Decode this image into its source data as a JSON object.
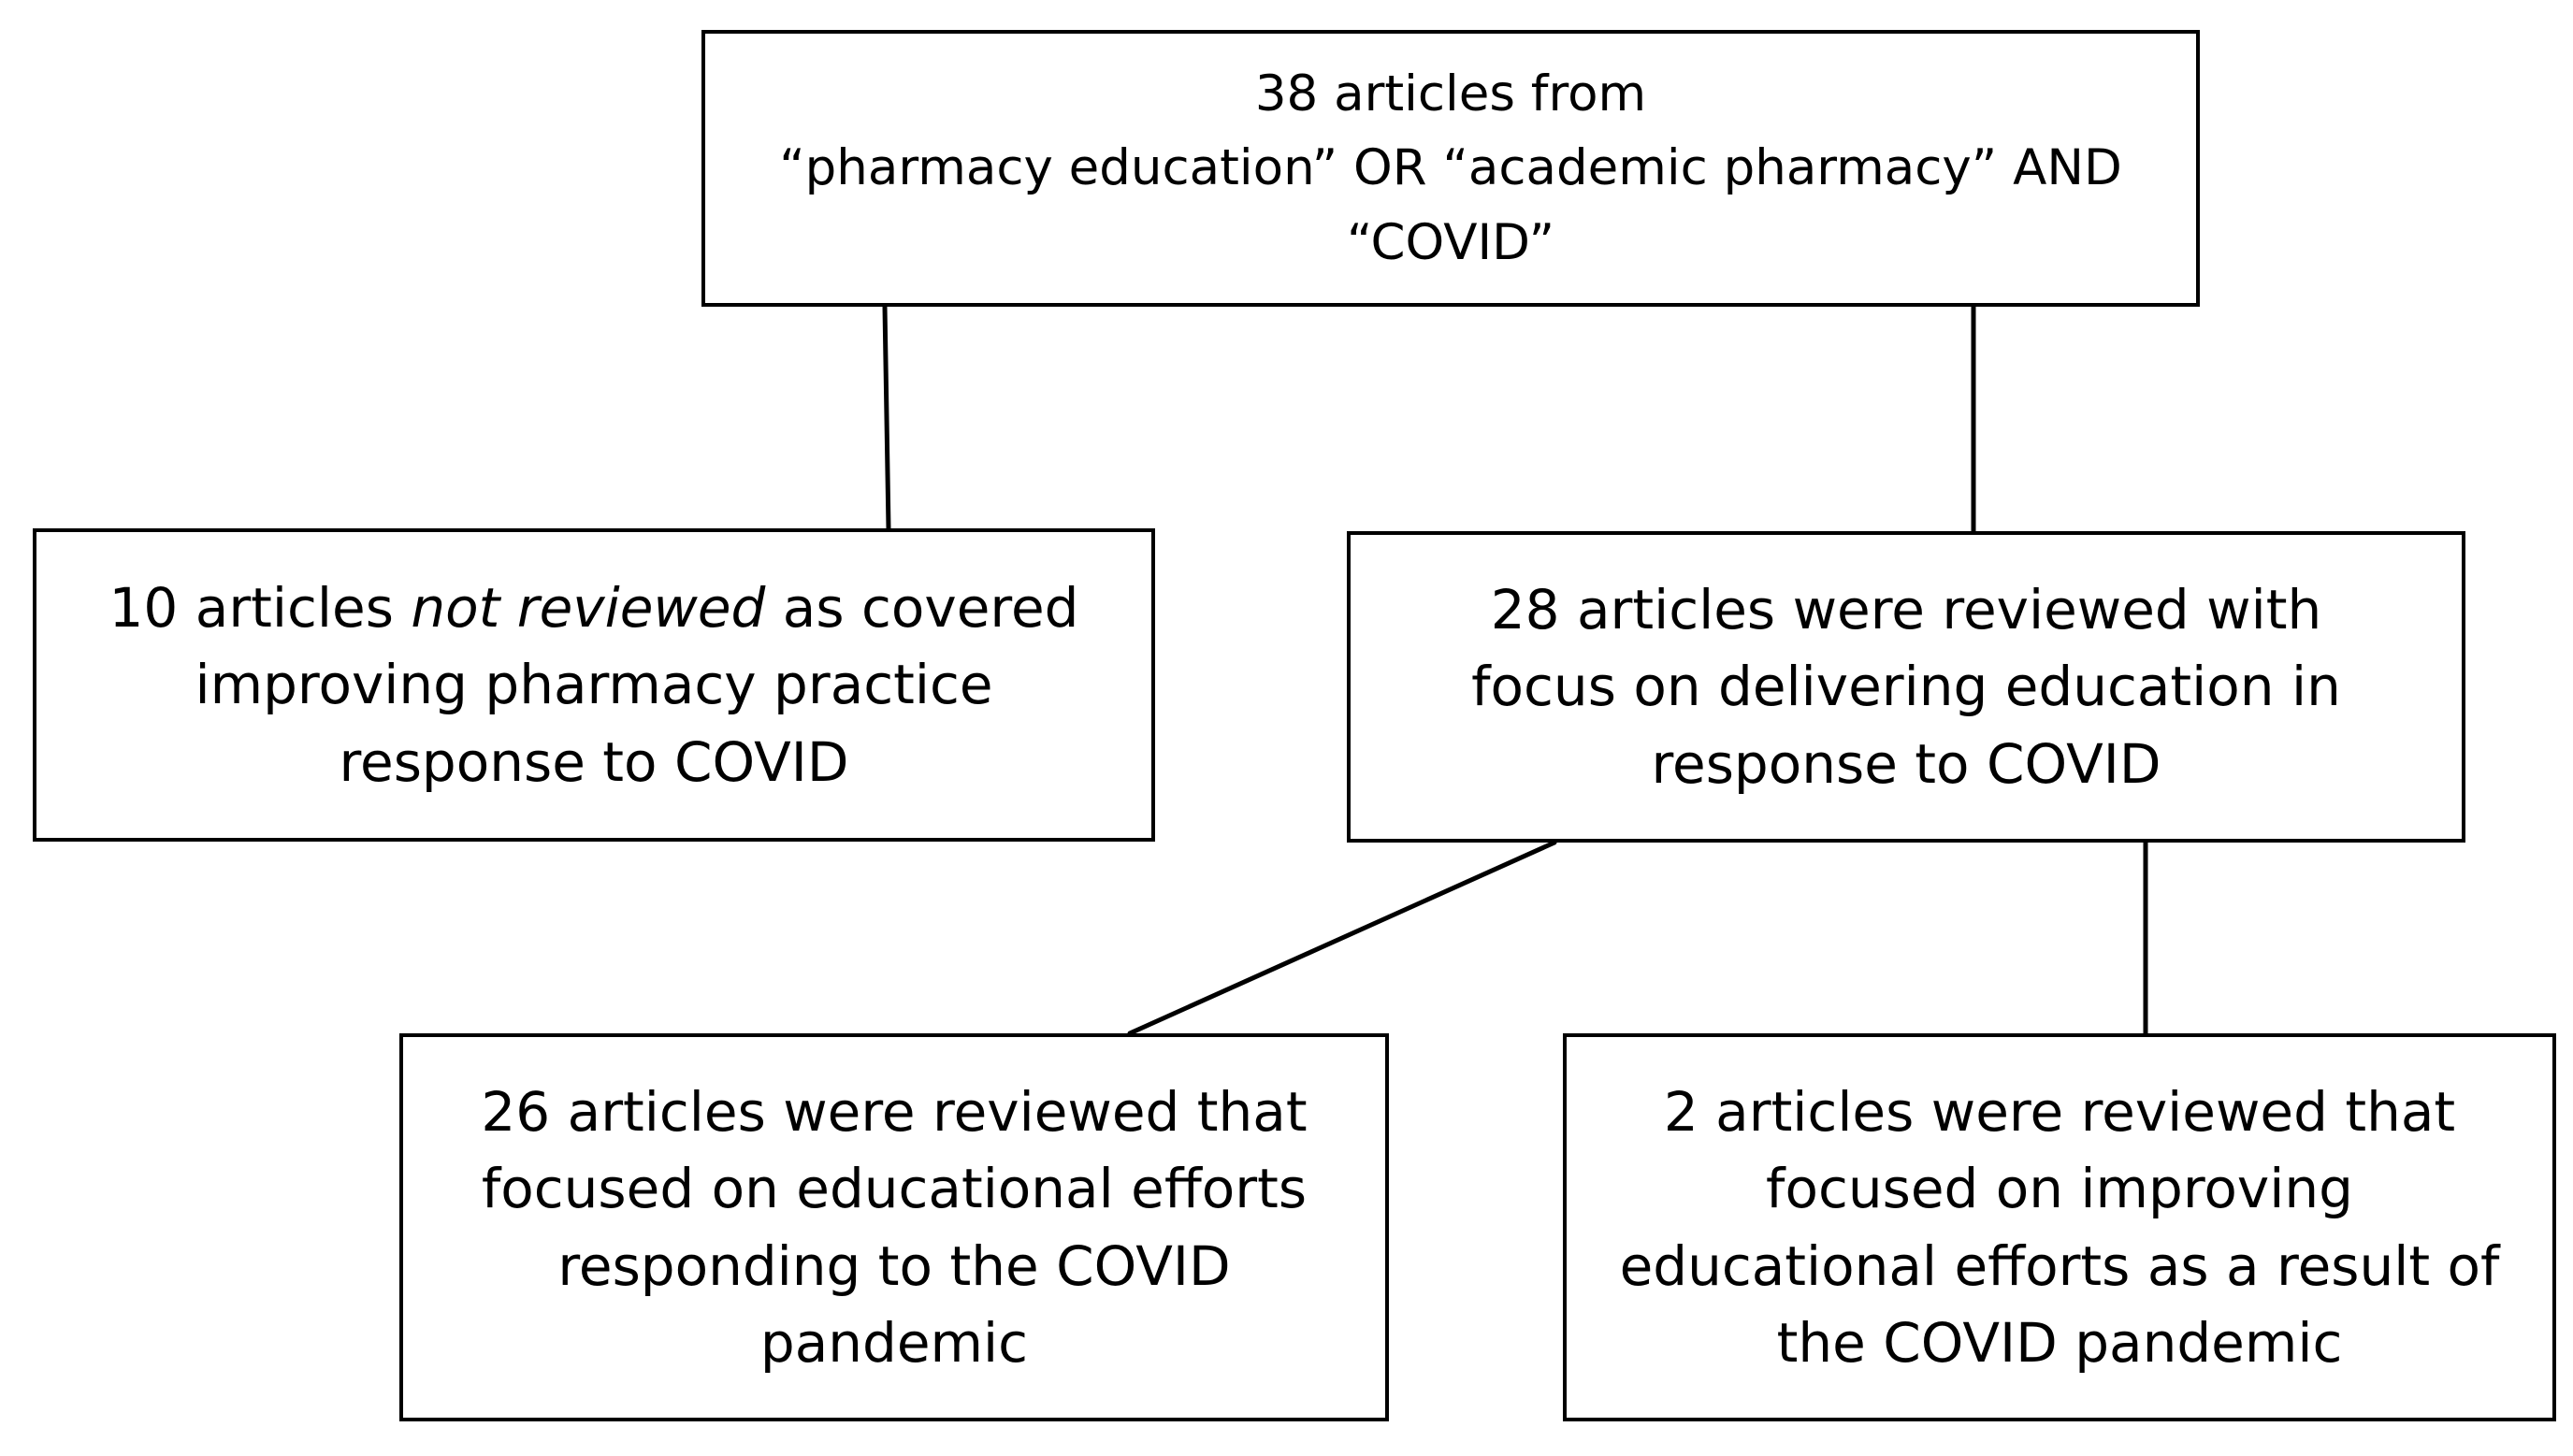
{
  "diagram": {
    "top_box": {
      "lines": [
        "38 articles from",
        "“pharmacy education” OR “academic pharmacy” AND",
        "“COVID”"
      ]
    },
    "not_reviewed_box": {
      "line1_prefix": "10 articles ",
      "line1_emphasis": "not reviewed",
      "line1_suffix": " as covered",
      "line2": "improving pharmacy practice",
      "line3": "response to COVID"
    },
    "reviewed_box": {
      "lines": [
        "28 articles were reviewed with",
        "focus on delivering education in",
        "response to COVID"
      ]
    },
    "educational_efforts_box": {
      "lines": [
        "26 articles were reviewed that",
        "focused on educational efforts",
        "responding to the COVID",
        "pandemic"
      ]
    },
    "improving_efforts_box": {
      "lines": [
        "2 articles were reviewed that",
        "focused on improving",
        "educational efforts as a result of",
        "the COVID pandemic"
      ]
    }
  }
}
